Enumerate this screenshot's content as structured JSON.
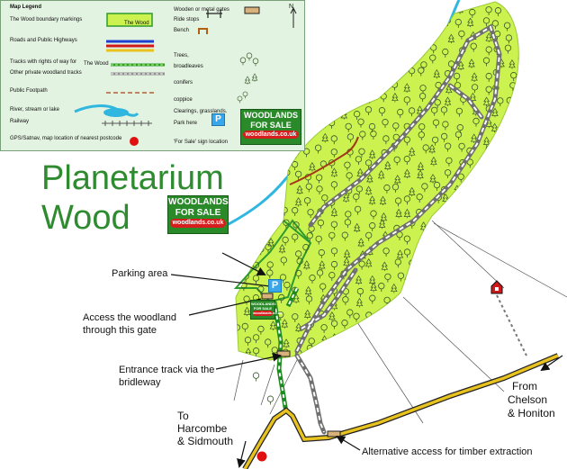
{
  "title": {
    "line1": "Planetarium",
    "line2": "Wood"
  },
  "sign": {
    "line1": "WOODLANDS",
    "line2": "FOR SALE",
    "url": "woodlands.co.uk"
  },
  "parking_symbol": "P",
  "compass": "N",
  "labels": {
    "parking": "Parking area",
    "access_1": "Access the woodland",
    "access_2": "through this gate",
    "entrance_1": "Entrance track via the",
    "entrance_2": "bridleway",
    "to_1": "To",
    "to_2": "Harcombe",
    "to_3": "& Sidmouth",
    "from_1": "From",
    "from_2": "Chelson",
    "from_3": "& Honiton",
    "alt": "Alternative access for timber extraction"
  },
  "legend": {
    "title": "Map Legend",
    "boundary": "The Wood boundary markings",
    "boundary_box": "The Wood",
    "roads": "Roads and Public Highways",
    "tracks": "Tracks with rights of way for",
    "tracks_wood": "The Wood",
    "private_tracks": "Other private woodland tracks",
    "footpath": "Public Footpath",
    "river": "River, stream or lake",
    "railway": "Railway",
    "gps": "GPS/Satnav, map location of nearest postcode",
    "gates": "Wooden or metal gates",
    "ride_stops": "Ride stops",
    "bench": "Bench",
    "trees": "Trees,",
    "broadleaves": "broadleaves",
    "conifers": "conifers",
    "coppice": "coppice",
    "clearings": "Clearings, grasslands.",
    "park": "Park here",
    "for_sale": "'For Sale'  sign location"
  },
  "colors": {
    "wood_fill": "#ccf24f",
    "boundary": "#2e9b2e",
    "road": "#e8c21e",
    "river": "#2fb7e0",
    "track": "#8f8f8f",
    "sign_green": "#2a8a2a",
    "sign_red": "#d61e1e",
    "legend_bg": "#e3f3e1",
    "title_green": "#2f8b2f",
    "gps_dot": "#e01010",
    "parking_blue": "#3aa7ea"
  }
}
